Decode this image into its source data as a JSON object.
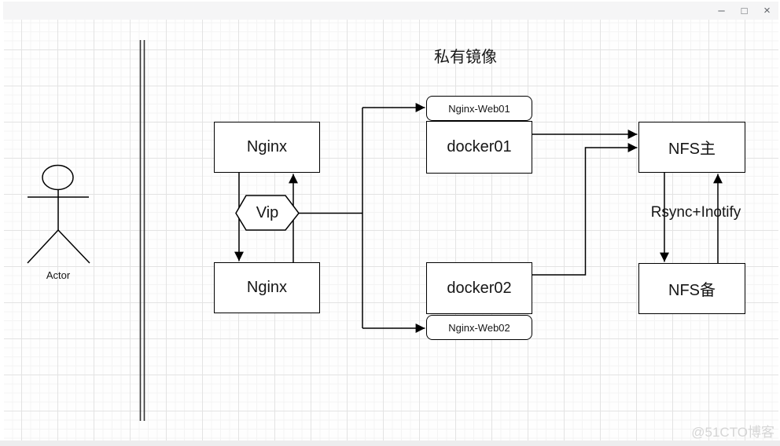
{
  "window": {
    "controls": {
      "minimize": "–",
      "maximize": "□",
      "close": "×"
    }
  },
  "diagram": {
    "title": "私有镜像",
    "actor": {
      "label": "Actor"
    },
    "nodes": {
      "nginx_top": "Nginx",
      "nginx_bottom": "Nginx",
      "vip": "Vip",
      "nginx_web01": "Nginx-Web01",
      "docker01": "docker01",
      "docker02": "docker02",
      "nginx_web02": "Nginx-Web02",
      "nfs_main": "NFS主",
      "nfs_backup": "NFS备"
    },
    "edge_labels": {
      "rsync": "Rsync+Inotify"
    },
    "colors": {
      "line": "#000000",
      "node_fill": "#ffffff",
      "grid_minor": "#f4f4f4",
      "grid_major": "#e3e3e3",
      "titlebar": "#f5f5f6",
      "watermark": "#d5d5d5"
    }
  },
  "watermark": "@51CTO博客"
}
